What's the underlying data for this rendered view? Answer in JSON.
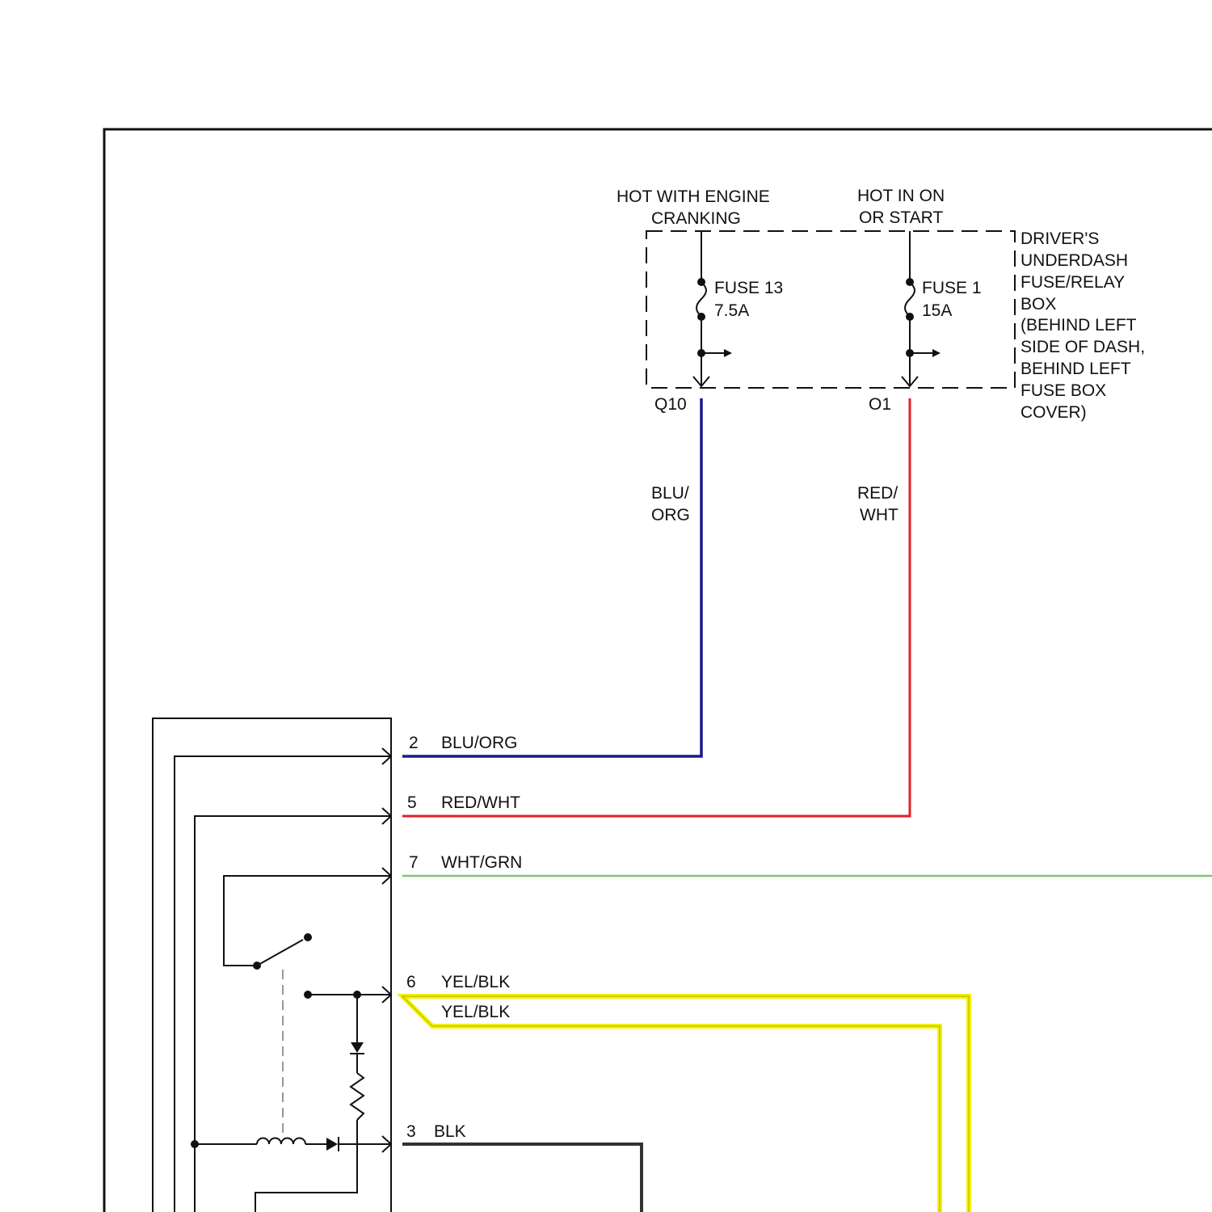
{
  "power_sources": {
    "left_line1": "HOT WITH ENGINE",
    "left_line2": "CRANKING",
    "right_line1": "HOT IN ON",
    "right_line2": "OR START"
  },
  "fuse_box": {
    "fuse13_name": "FUSE 13",
    "fuse13_rating": "7.5A",
    "fuse1_name": "FUSE 1",
    "fuse1_rating": "15A",
    "terminal_left": "Q10",
    "terminal_right": "O1",
    "description_lines": [
      "DRIVER'S",
      "UNDERDASH",
      "FUSE/RELAY",
      "BOX",
      "(BEHIND LEFT",
      "SIDE OF DASH,",
      "BEHIND LEFT",
      "FUSE BOX",
      "COVER)"
    ]
  },
  "vertical_wires": {
    "blu_line1": "BLU/",
    "blu_line2": "ORG",
    "red_line1": "RED/",
    "red_line2": "WHT"
  },
  "pins": [
    {
      "pin": "2",
      "wire": "BLU/ORG"
    },
    {
      "pin": "5",
      "wire": "RED/WHT"
    },
    {
      "pin": "7",
      "wire": "WHT/GRN"
    },
    {
      "pin": "6",
      "wire": "YEL/BLK"
    },
    {
      "pin": "",
      "wire": "YEL/BLK"
    },
    {
      "pin": "3",
      "wire": "BLK"
    }
  ],
  "colors": {
    "blu_org": "#1a1a8c",
    "red_wht": "#e0202a",
    "wht_grn": "#7ec36a",
    "yel_blk": "#f2f200",
    "blk": "#333333",
    "line": "#111111"
  }
}
